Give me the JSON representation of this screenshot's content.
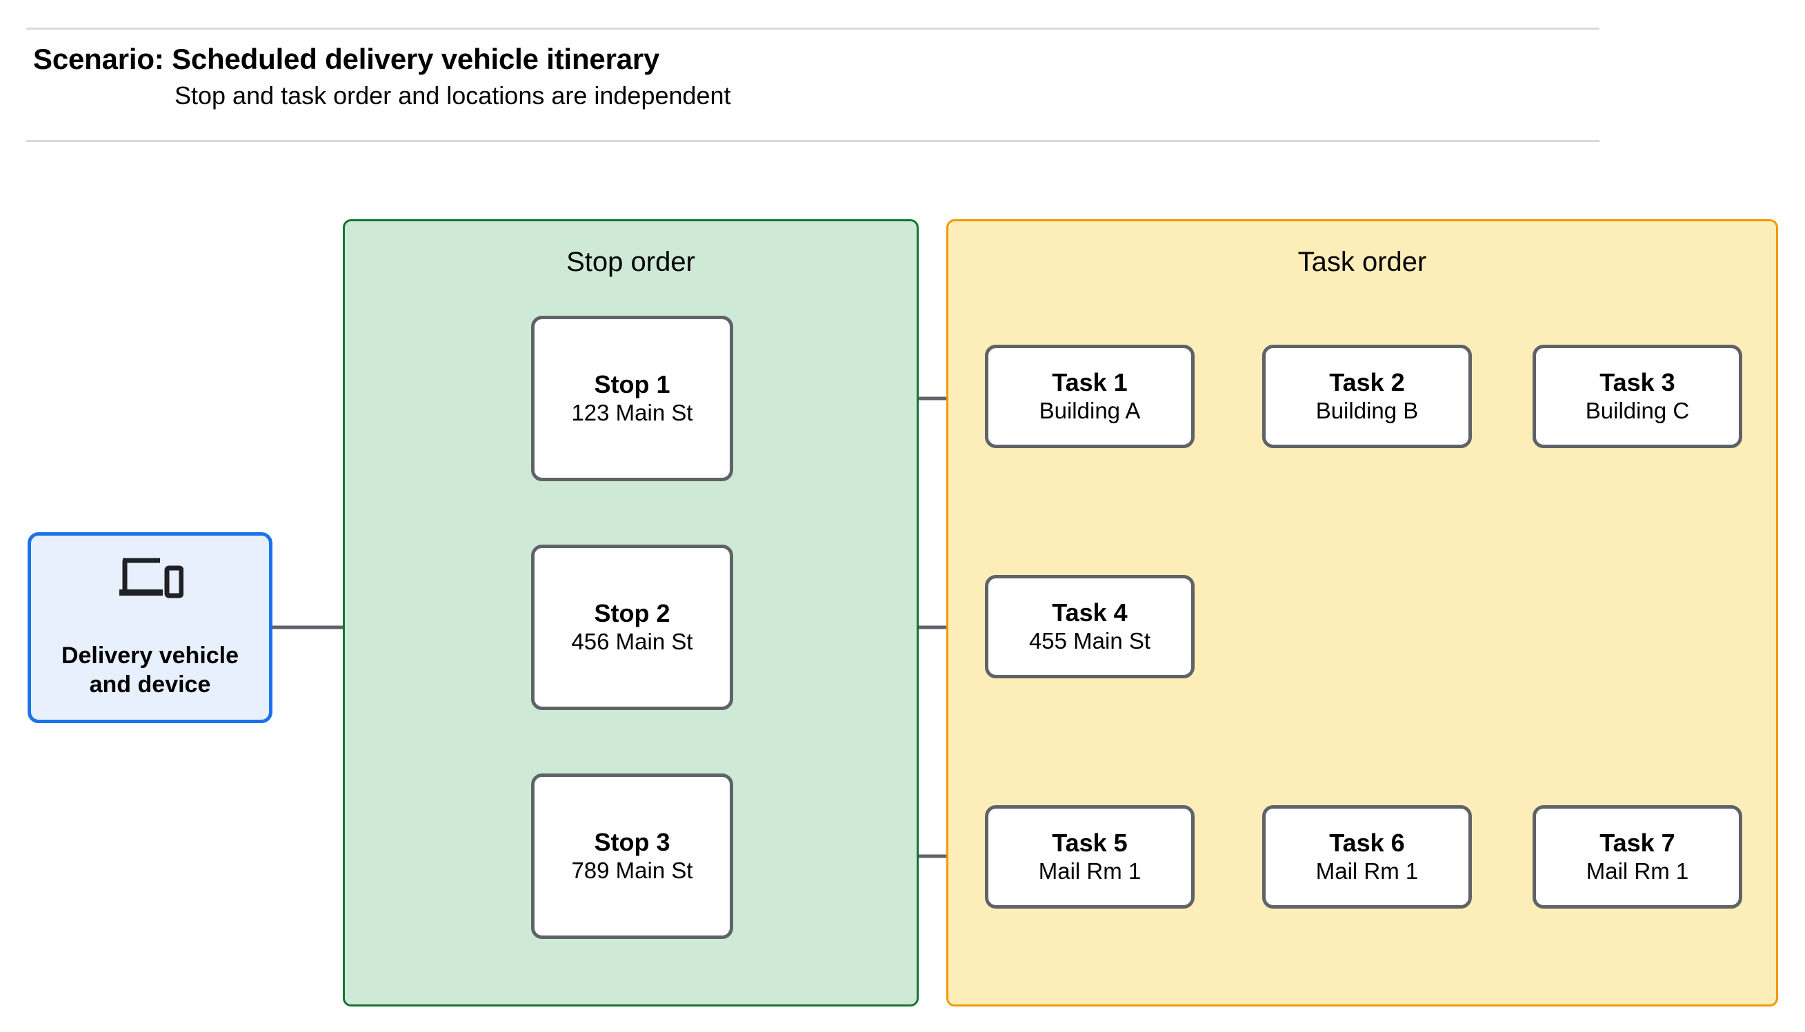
{
  "header": {
    "title": "Scenario: Scheduled delivery vehicle itinerary",
    "subtitle": "Stop and task order and locations are independent"
  },
  "vehicle": {
    "label": "Delivery vehicle\nand device",
    "icon": "laptop-and-phone-icon",
    "border_color": "#1a73e8",
    "fill_color": "#e8f0fe"
  },
  "stop_panel": {
    "title": "Stop order",
    "fill_color": "#ceead6",
    "border_color": "#137333",
    "stops": [
      {
        "title": "Stop 1",
        "address": "123 Main St"
      },
      {
        "title": "Stop 2",
        "address": "456 Main St"
      },
      {
        "title": "Stop 3",
        "address": "789 Main St"
      }
    ]
  },
  "task_panel": {
    "title": "Task order",
    "fill_color": "#fdeeb9",
    "border_color": "#f29900",
    "rows": [
      {
        "tasks": [
          {
            "title": "Task 1",
            "location": "Building A"
          },
          {
            "title": "Task 2",
            "location": "Building B"
          },
          {
            "title": "Task 3",
            "location": "Building C"
          }
        ]
      },
      {
        "tasks": [
          {
            "title": "Task 4",
            "location": "455 Main St"
          }
        ]
      },
      {
        "tasks": [
          {
            "title": "Task 5",
            "location": "Mail Rm 1"
          },
          {
            "title": "Task 6",
            "location": "Mail Rm 1"
          },
          {
            "title": "Task 7",
            "location": "Mail Rm 1"
          }
        ]
      }
    ]
  },
  "connector_color": "#5f6368",
  "rule_color": "#d9d9d9",
  "node_border_color": "#5f6368"
}
